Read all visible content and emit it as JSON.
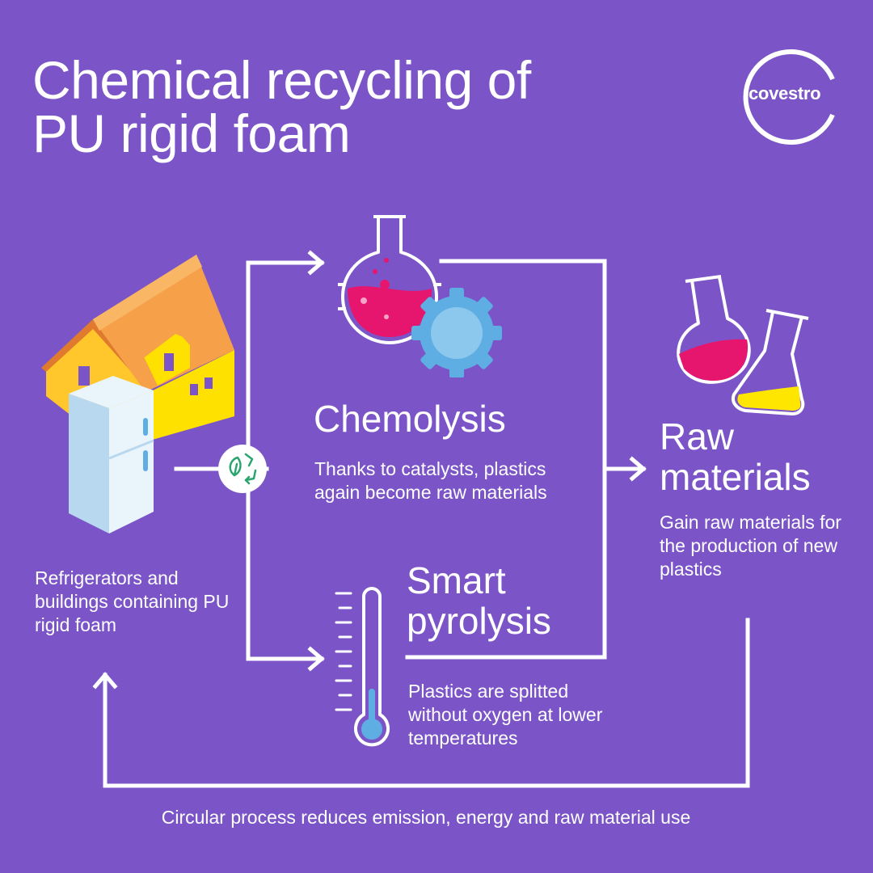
{
  "title": {
    "line1": "Chemical recycling of",
    "line2": "PU rigid foam"
  },
  "logo": {
    "text": "covestro"
  },
  "source": {
    "description": "Refrigerators and buildings containing PU rigid foam"
  },
  "chemolysis": {
    "title": "Chemolysis",
    "description": "Thanks to catalysts, plastics again become raw materials"
  },
  "pyrolysis": {
    "title_line1": "Smart",
    "title_line2": "pyrolysis",
    "description": "Plastics are splitted without oxygen at lower temperatures"
  },
  "raw_materials": {
    "title_line1": "Raw",
    "title_line2": "materials",
    "description": "Gain raw materials for the production of new plastics"
  },
  "footer": {
    "text": "Circular process reduces emission, energy and raw material use"
  },
  "icons": [
    "house-icon",
    "refrigerator-icon",
    "recycle-leaf-icon",
    "flask-gear-icon",
    "thermometer-icon",
    "raw-material-flasks-icon",
    "covestro-logo"
  ],
  "colors": {
    "background": "#7B55C8",
    "lines": "#FFFFFF",
    "flask_liquid_pink": "#E6166F",
    "gear_blue": "#5FAEE3",
    "house_roof": "#F6A04A",
    "house_wall": "#FFE100",
    "liquid_yellow": "#FFE600",
    "thermometer_blue": "#5FAEE3"
  }
}
